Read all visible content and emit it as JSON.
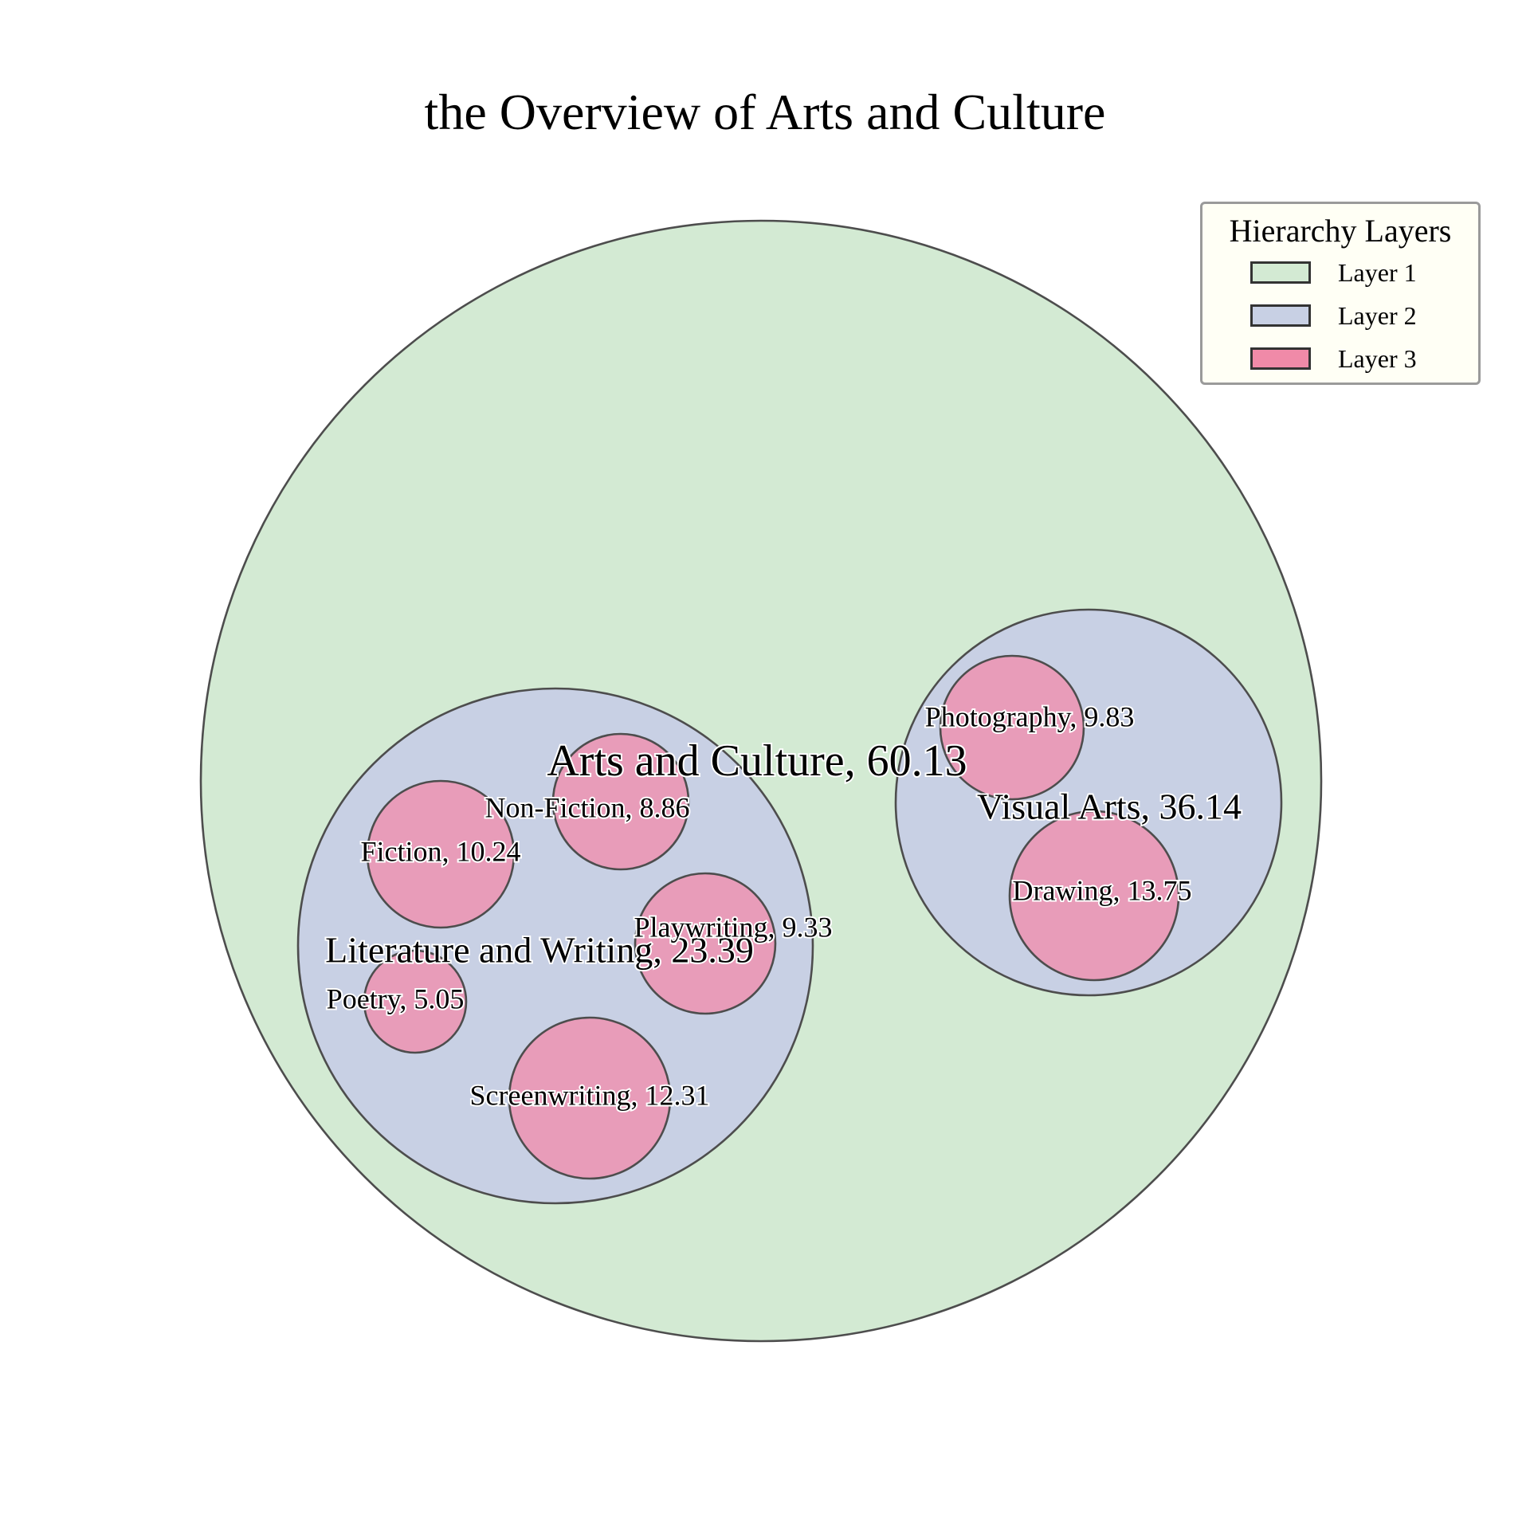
{
  "chart_data": {
    "type": "bubble-hierarchy",
    "title": "the Overview of Arts and Culture",
    "colors": {
      "layer1": "#d3ead3",
      "layer2": "#c8d0e4",
      "layer3": "#e89cb9",
      "legend_layer3": "#f08aa8",
      "stroke": "#4d4d4d"
    },
    "legend": {
      "title": "Hierarchy Layers",
      "placement": "top-right",
      "items": [
        {
          "label": "Layer 1"
        },
        {
          "label": "Layer 2"
        },
        {
          "label": "Layer 3"
        }
      ]
    },
    "nodes": [
      {
        "name": "Arts and Culture",
        "value": 60.13,
        "layer": 1,
        "parent": null,
        "label": "Arts and Culture, 60.13"
      },
      {
        "name": "Literature and Writing",
        "value": 23.39,
        "layer": 2,
        "parent": "Arts and Culture",
        "label": "Literature and Writing, 23.39"
      },
      {
        "name": "Visual Arts",
        "value": 36.14,
        "layer": 2,
        "parent": "Arts and Culture",
        "label": "Visual Arts, 36.14"
      },
      {
        "name": "Fiction",
        "value": 10.24,
        "layer": 3,
        "parent": "Literature and Writing",
        "label": "Fiction, 10.24"
      },
      {
        "name": "Non-Fiction",
        "value": 8.86,
        "layer": 3,
        "parent": "Literature and Writing",
        "label": "Non-Fiction, 8.86"
      },
      {
        "name": "Playwriting",
        "value": 9.33,
        "layer": 3,
        "parent": "Literature and Writing",
        "label": "Playwriting, 9.33"
      },
      {
        "name": "Poetry",
        "value": 5.05,
        "layer": 3,
        "parent": "Literature and Writing",
        "label": "Poetry, 5.05"
      },
      {
        "name": "Screenwriting",
        "value": 12.31,
        "layer": 3,
        "parent": "Literature and Writing",
        "label": "Screenwriting, 12.31"
      },
      {
        "name": "Photography",
        "value": 9.83,
        "layer": 3,
        "parent": "Visual Arts",
        "label": "Photography, 9.83"
      },
      {
        "name": "Drawing",
        "value": 13.75,
        "layer": 3,
        "parent": "Visual Arts",
        "label": "Drawing, 13.75"
      }
    ]
  }
}
